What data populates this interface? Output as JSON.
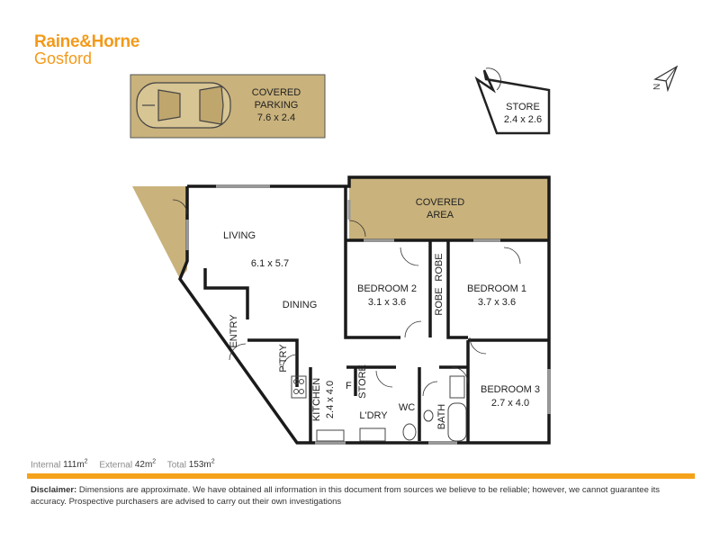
{
  "brand": {
    "name": "Raine&Horne",
    "office": "Gosford"
  },
  "colors": {
    "brand_orange": "#f39a1a",
    "outdoor_fill": "#c9b27c",
    "wall": "#1a1a1a"
  },
  "rooms": {
    "covered_parking": {
      "name_line1": "COVERED",
      "name_line2": "PARKING",
      "dims": "7.6 x 2.4"
    },
    "store_outside": {
      "name": "STORE",
      "dims": "2.4 x 2.6"
    },
    "covered_area": {
      "name_line1": "COVERED",
      "name_line2": "AREA"
    },
    "living": {
      "name": "LIVING",
      "dims": "6.1 x 5.7"
    },
    "dining": {
      "name": "DINING"
    },
    "entry": {
      "name": "ENTRY"
    },
    "pantry": {
      "name": "P'TRY"
    },
    "kitchen": {
      "name": "KITCHEN",
      "dims": "2.4 x 4.0"
    },
    "store_inside": {
      "name": "STORE"
    },
    "fridge": {
      "name": "F"
    },
    "laundry": {
      "name": "L'DRY"
    },
    "wc": {
      "name": "WC"
    },
    "bath": {
      "name": "BATH"
    },
    "robe_upper": {
      "name": "ROBE"
    },
    "robe_lower": {
      "name": "ROBE"
    },
    "bedroom1": {
      "name": "BEDROOM 1",
      "dims": "3.7 x 3.6"
    },
    "bedroom2": {
      "name": "BEDROOM 2",
      "dims": "3.1 x 3.6"
    },
    "bedroom3": {
      "name": "BEDROOM 3",
      "dims": "2.7 x 4.0"
    }
  },
  "compass": {
    "label": "N",
    "icon": "north-arrow-icon"
  },
  "areas": {
    "internal_label": "Internal",
    "internal_value": "111m",
    "external_label": "External",
    "external_value": "42m",
    "total_label": "Total",
    "total_value": "153m",
    "unit_sup": "2"
  },
  "disclaimer": {
    "title": "Disclaimer:",
    "text": "Dimensions are approximate. We have obtained all information in this document from sources we believe to be reliable; however, we cannot guarantee its accuracy. Prospective purchasers are advised to carry out their own investigations"
  }
}
